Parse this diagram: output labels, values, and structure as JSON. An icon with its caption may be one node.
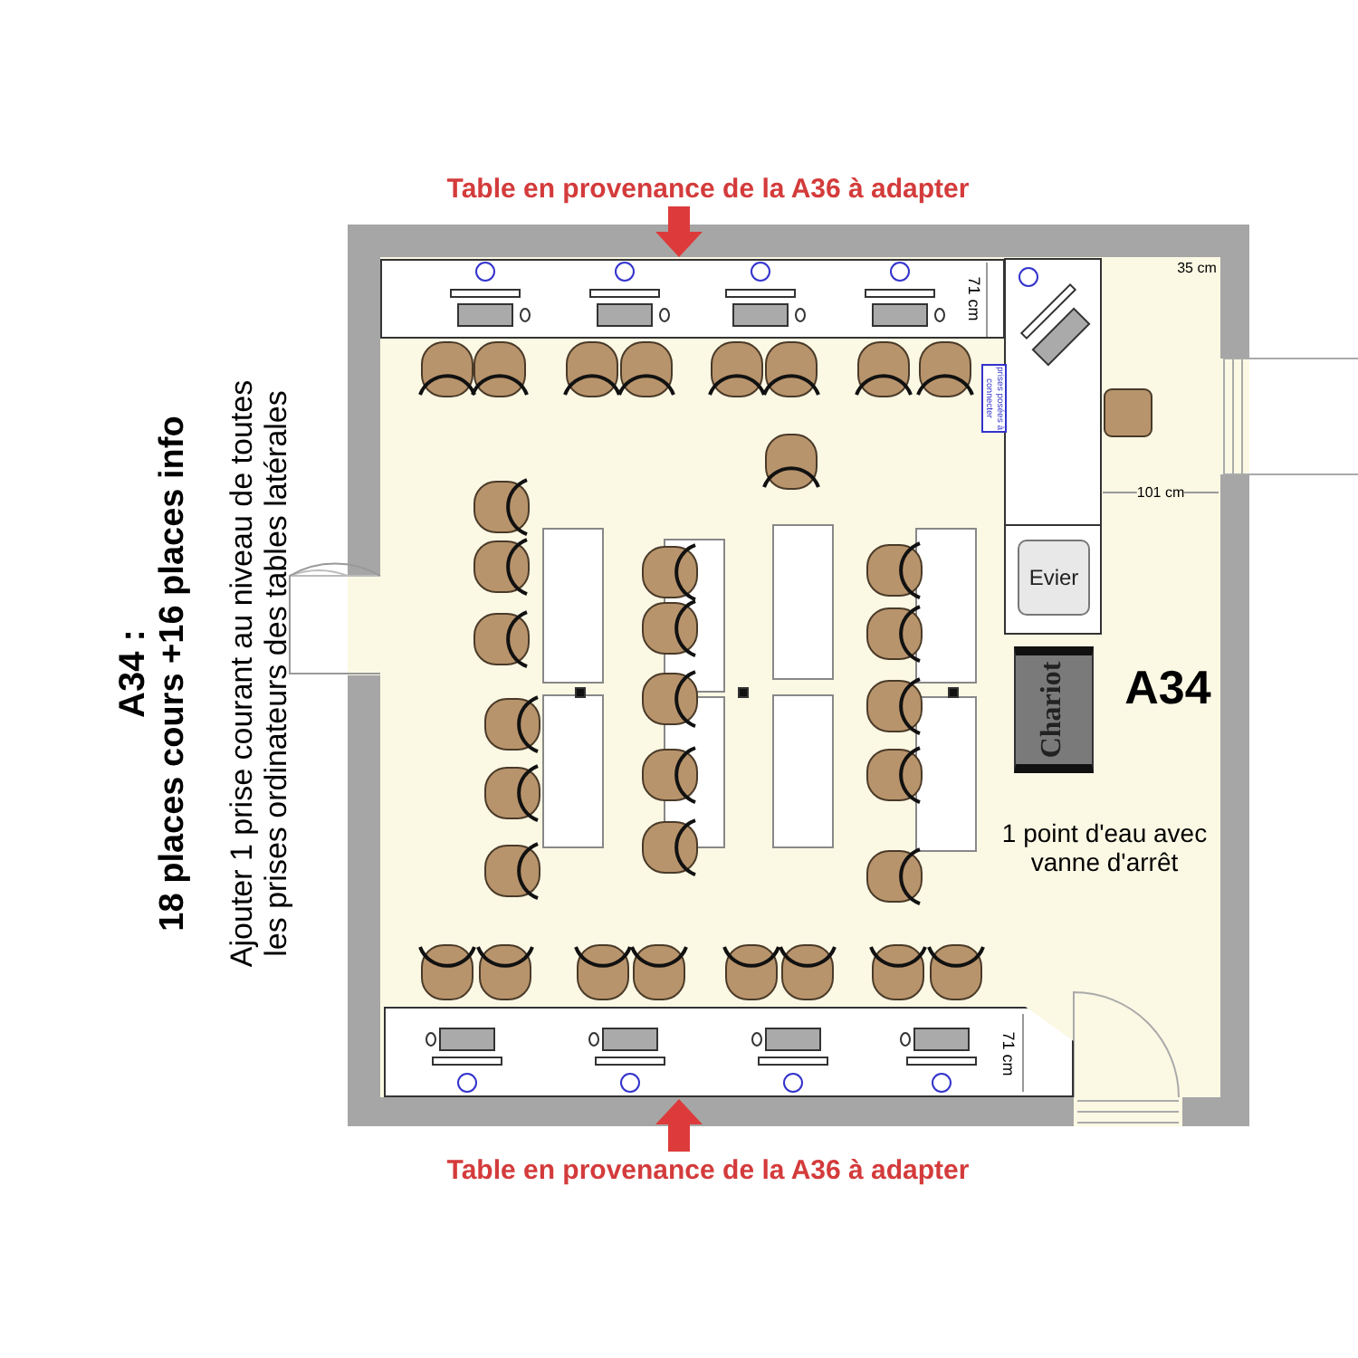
{
  "diagram": {
    "nodes": [
      {
        "text": [
          "Table en provenance de la A36 à adapter"
        ]
      },
      {
        "text": [],
        "shape": "box"
      },
      {
        "text": [],
        "shape": "box"
      },
      {
        "text": [
          "Table en provenance de la A36 à adapter"
        ]
      },
      {
        "text": [
          "Evier"
        ]
      },
      {
        "text": [
          "Chariot"
        ]
      }
    ],
    "edges": [
      {
        "from": 0,
        "to": 1,
        "arrow": "to",
        "color": "#dd3b3b"
      },
      {
        "from": 3,
        "to": 2,
        "arrow": "to",
        "color": "#dd3b3b"
      }
    ],
    "labels": [
      "A34 :",
      "18 places cours +16 places info",
      "Ajouter 1 prise courant au niveau de toutes les prises ordinateurs des tables latérales",
      "35 cm",
      "71 cm",
      "prises posées à connecter",
      "101 cm",
      "A34",
      "1 point d'eau avec vanne d'arrêt",
      "71 cm"
    ]
  }
}
